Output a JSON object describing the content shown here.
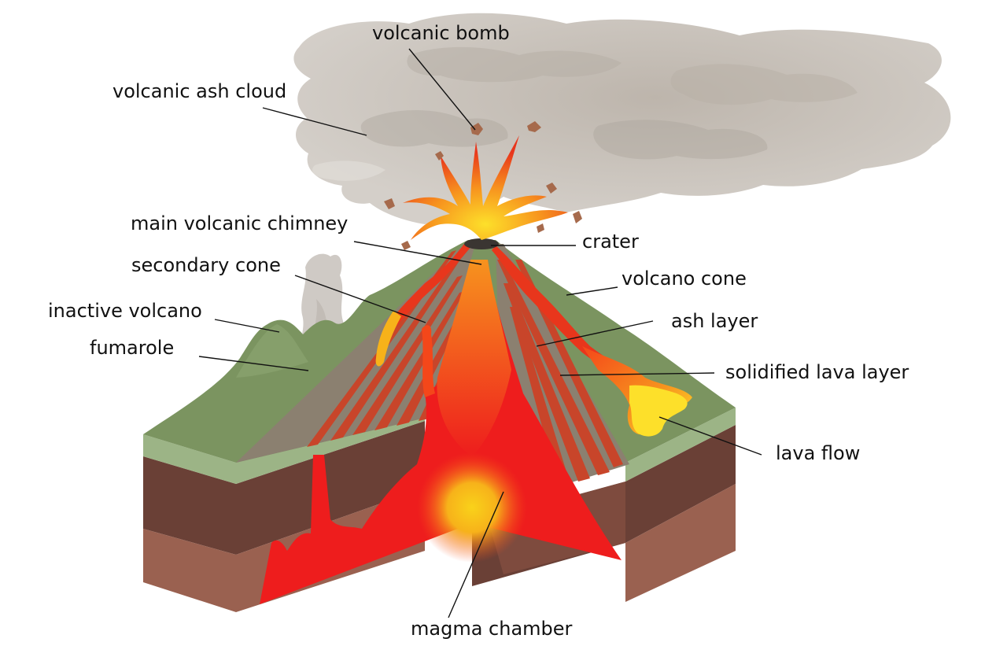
{
  "labels": {
    "volcanic_bomb": "volcanic bomb",
    "volcanic_ash_cloud": "volcanic ash cloud",
    "main_volcanic_chimney": "main volcanic chimney",
    "crater": "crater",
    "secondary_cone": "secondary cone",
    "volcano_cone": "volcano cone",
    "inactive_volcano": "inactive volcano",
    "ash_layer": "ash layer",
    "fumarole": "fumarole",
    "solidified_lava_layer": "solidified lava layer",
    "lava_flow": "lava flow",
    "magma_chamber": "magma chamber"
  },
  "colors": {
    "ash_cloud": "#c9c3bc",
    "ash_cloud_dark": "#b3aca4",
    "grass": "#7b9460",
    "grass_light": "#9cb486",
    "soil_dark": "#5d3b33",
    "soil_light": "#9a6150",
    "lava_red": "#ee1d1d",
    "lava_orange": "#f46a1a",
    "lava_yellow": "#f9d21a",
    "strata_grey": "#8b8070",
    "strata_red": "#c8452a",
    "bomb_brown": "#a66a4c"
  }
}
